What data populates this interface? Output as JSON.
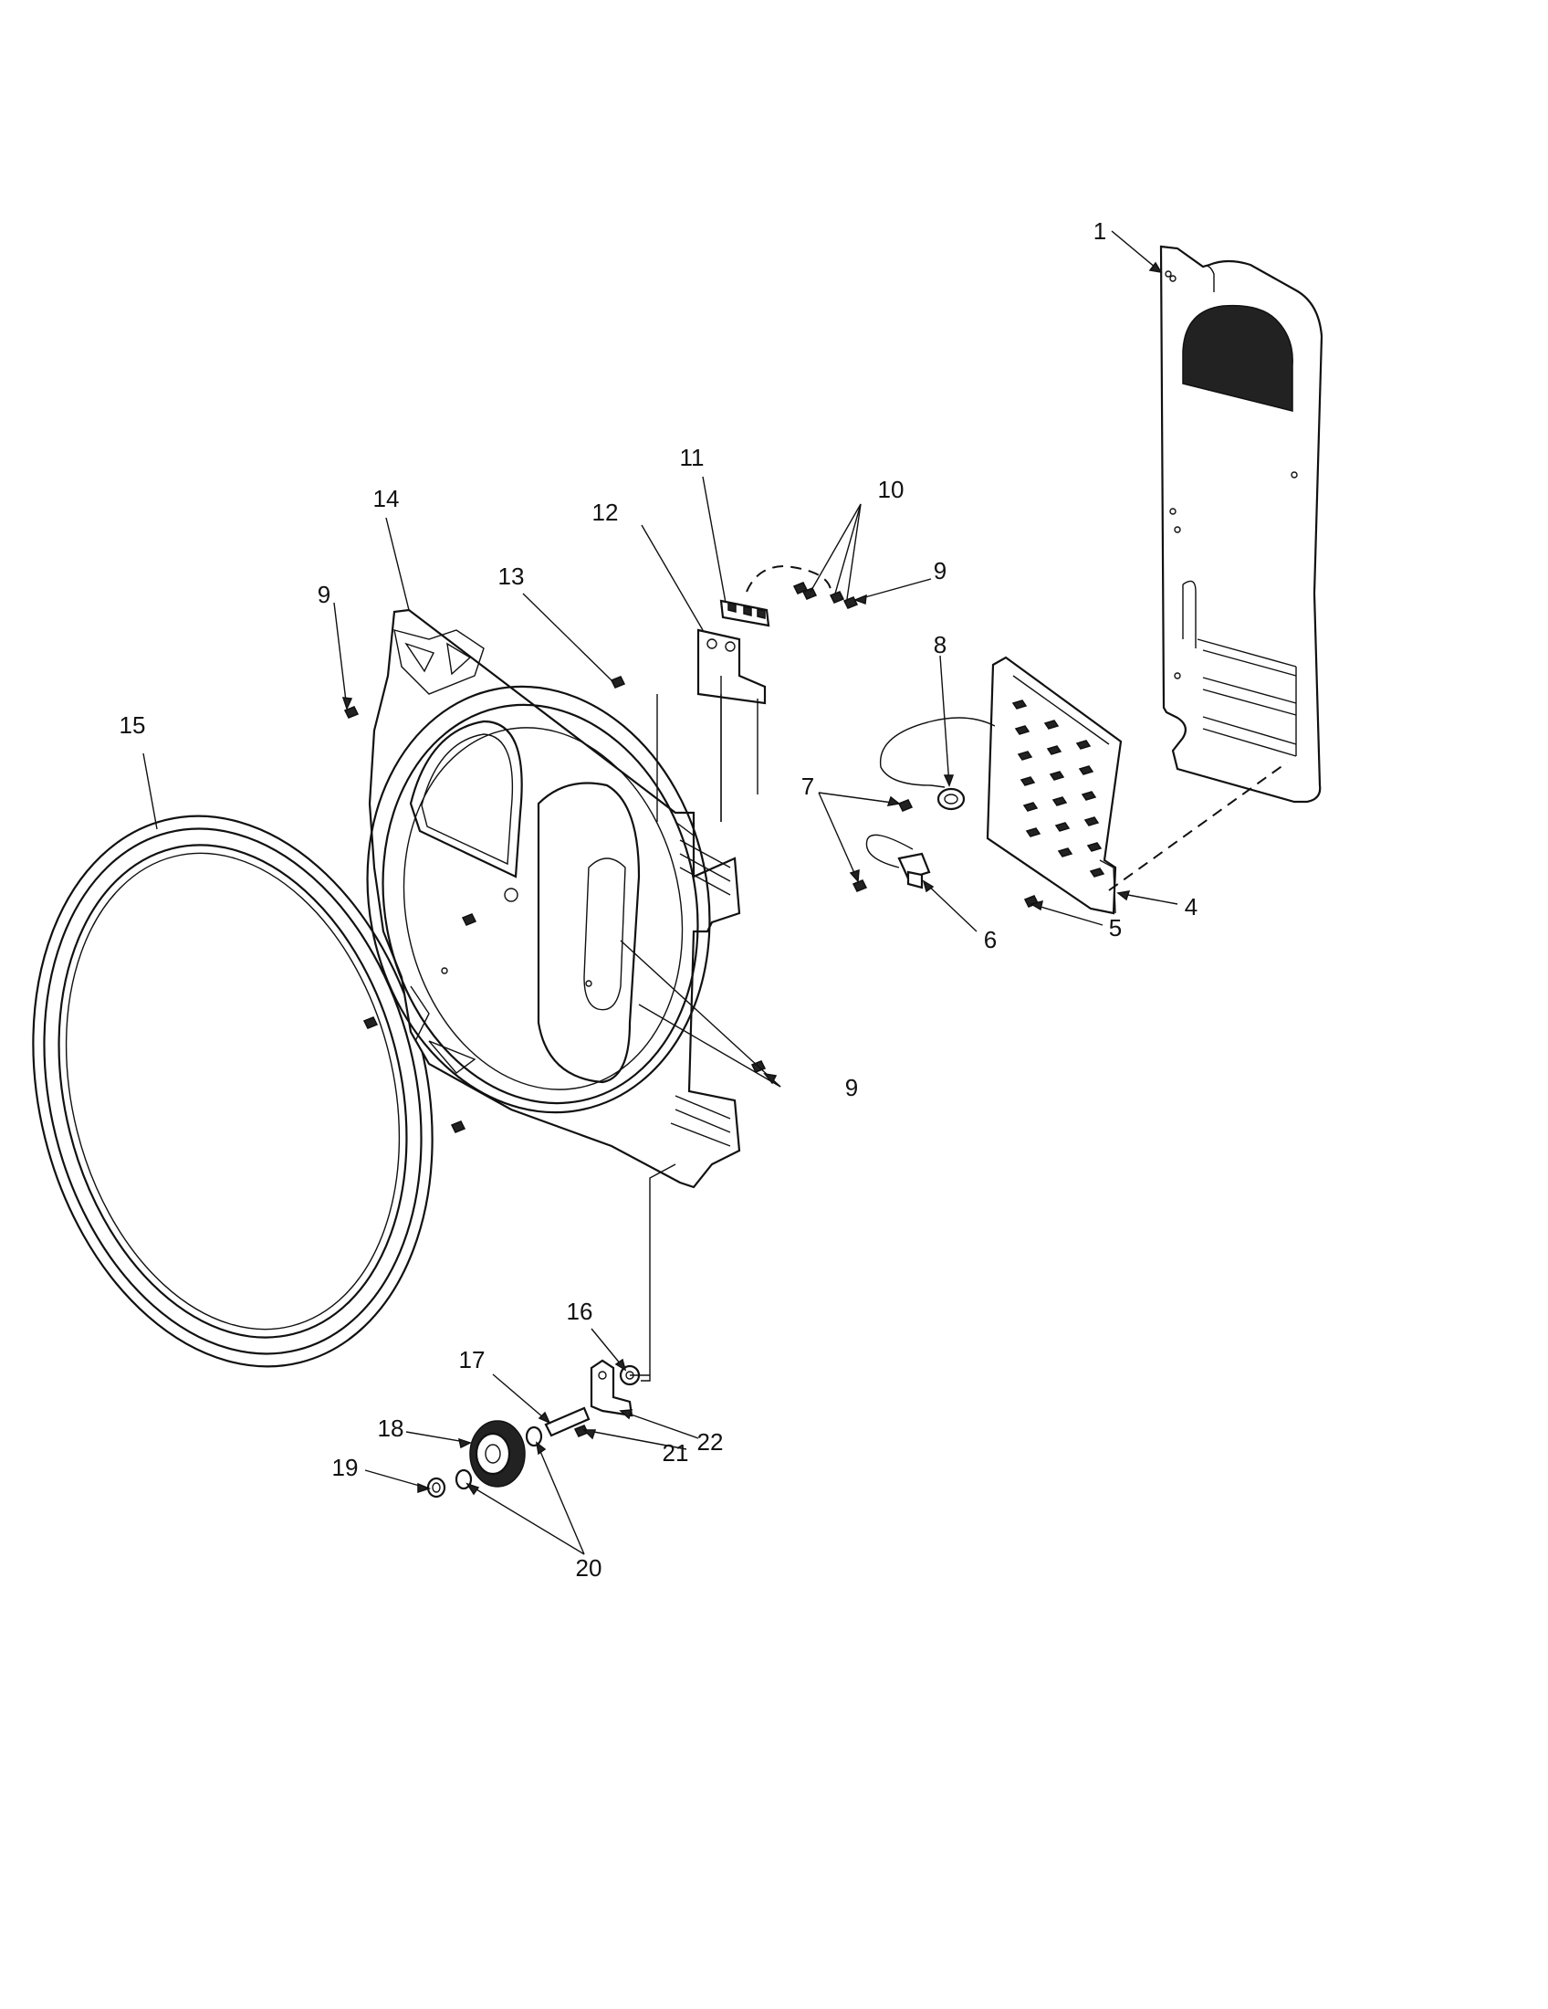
{
  "callouts": [
    {
      "id": "c1",
      "text": "1"
    },
    {
      "id": "c4",
      "text": "4"
    },
    {
      "id": "c5",
      "text": "5"
    },
    {
      "id": "c6",
      "text": "6"
    },
    {
      "id": "c7",
      "text": "7"
    },
    {
      "id": "c8",
      "text": "8"
    },
    {
      "id": "c9a",
      "text": "9"
    },
    {
      "id": "c9b",
      "text": "9"
    },
    {
      "id": "c9c",
      "text": "9"
    },
    {
      "id": "c10",
      "text": "10"
    },
    {
      "id": "c11",
      "text": "11"
    },
    {
      "id": "c12",
      "text": "12"
    },
    {
      "id": "c13",
      "text": "13"
    },
    {
      "id": "c14",
      "text": "14"
    },
    {
      "id": "c15",
      "text": "15"
    },
    {
      "id": "c16",
      "text": "16"
    },
    {
      "id": "c17",
      "text": "17"
    },
    {
      "id": "c18",
      "text": "18"
    },
    {
      "id": "c19",
      "text": "19"
    },
    {
      "id": "c20",
      "text": "20"
    },
    {
      "id": "c21",
      "text": "21"
    },
    {
      "id": "c22",
      "text": "22"
    }
  ]
}
